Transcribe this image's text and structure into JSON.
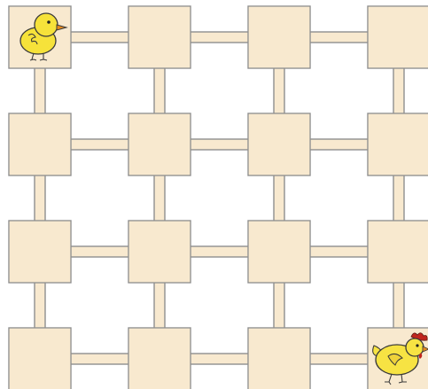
{
  "puzzle": {
    "rows": 4,
    "cols": 4,
    "start_piece": "chick-icon",
    "goal_piece": "hen-icon",
    "start_cell": [
      0,
      0
    ],
    "goal_cell": [
      3,
      3
    ]
  },
  "colors": {
    "cell_fill": "#f8e9cf",
    "outline": "#8f8f8f",
    "background": "#ffffff",
    "chick_body": "#f6e23a",
    "hen_body": "#f7e343",
    "comb": "#c0251d",
    "beak": "#e58a1f"
  }
}
